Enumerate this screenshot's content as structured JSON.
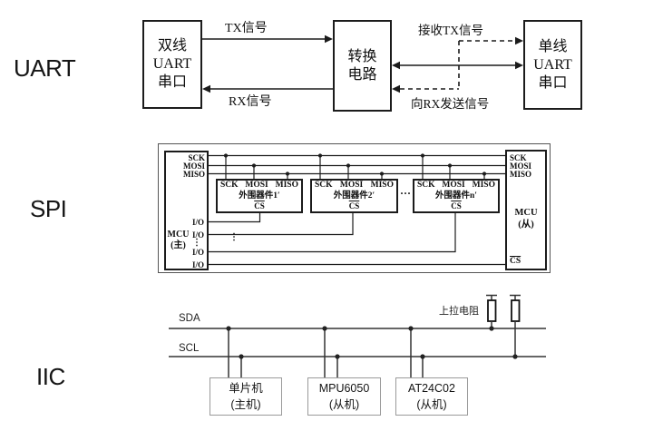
{
  "colors": {
    "ink": "#1b1b1b",
    "iic_line": "#333333",
    "spi_frame": "#555555",
    "device_border": "#9a9a9a",
    "background": "#ffffff"
  },
  "sections": {
    "uart": {
      "label": "UART",
      "dual_box": "双线\nUART\n串口",
      "converter_box": "转换\n电路",
      "single_box": "单线\nUART\n串口",
      "tx_label": "TX信号",
      "rx_label": "RX信号",
      "recv_tx_label": "接收TX信号",
      "send_rx_label": "向RX发送信号"
    },
    "spi": {
      "label": "SPI",
      "master": {
        "pin_sck": "SCK",
        "pin_mosi": "MOSI",
        "pin_miso": "MISO",
        "io_1": "I/O",
        "io_2": "I/O",
        "io_dots": "⋮",
        "io_3": "I/O",
        "io_4": "I/O",
        "name": "MCU\n(主)"
      },
      "slave": {
        "pin_sck": "SCK",
        "pin_mosi": "MOSI",
        "pin_miso": "MISO",
        "name": "MCU\n(从)",
        "pin_cs": "CS"
      },
      "peripherals": [
        {
          "pin_sck": "SCK",
          "pin_mosi": "MOSI",
          "pin_miso": "MISO",
          "name": "外围器件1′",
          "pin_cs": "CS"
        },
        {
          "pin_sck": "SCK",
          "pin_mosi": "MOSI",
          "pin_miso": "MISO",
          "name": "外围器件2′",
          "pin_cs": "CS"
        },
        {
          "pin_sck": "SCK",
          "pin_mosi": "MOSI",
          "pin_miso": "MISO",
          "name": "外围器件n′",
          "pin_cs": "CS"
        }
      ],
      "ellipsis": "···",
      "vdots": "⋮"
    },
    "iic": {
      "label": "IIC",
      "sda_label": "SDA",
      "scl_label": "SCL",
      "pullup_label": "上拉电阻",
      "devices": [
        "单片机\n(主机)",
        "MPU6050\n(从机)",
        "AT24C02\n(从机)"
      ]
    }
  }
}
